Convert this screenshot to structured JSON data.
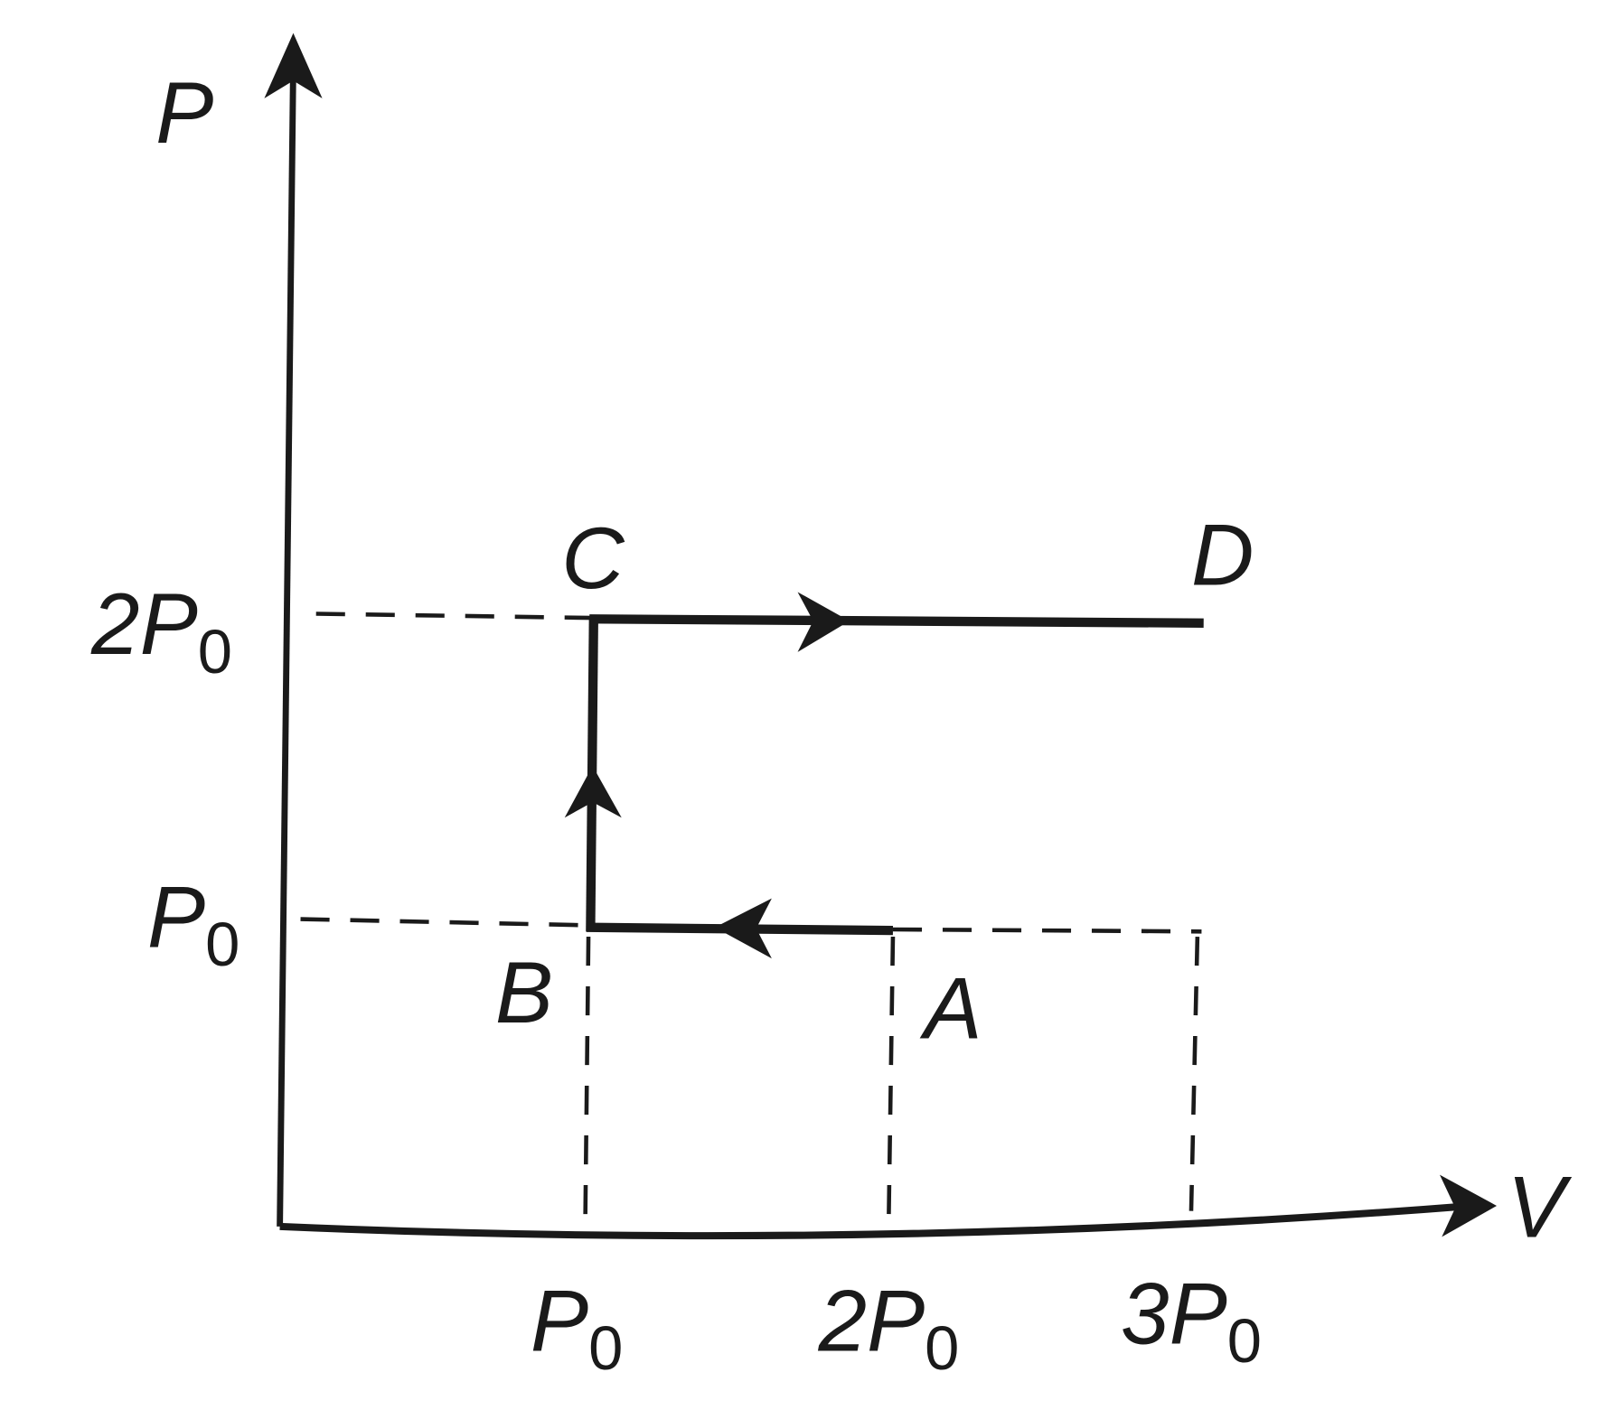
{
  "axes": {
    "y_label": "P",
    "x_label": "V"
  },
  "y_ticks": [
    {
      "main": "2P",
      "sub": "0",
      "value": 2
    },
    {
      "main": "P",
      "sub": "0",
      "value": 1
    }
  ],
  "x_ticks": [
    {
      "main": "P",
      "sub": "0",
      "value": 1
    },
    {
      "main": "2P",
      "sub": "0",
      "value": 2
    },
    {
      "main": "3P",
      "sub": "0",
      "value": 3
    }
  ],
  "points": {
    "A": "A",
    "B": "B",
    "C": "C",
    "D": "D"
  },
  "process": {
    "path": [
      [
        "A",
        2,
        1
      ],
      [
        "B",
        1,
        1
      ],
      [
        "C",
        1,
        2
      ],
      [
        "D",
        3,
        2
      ]
    ]
  },
  "colors": {
    "ink": "#1a1a1a"
  }
}
